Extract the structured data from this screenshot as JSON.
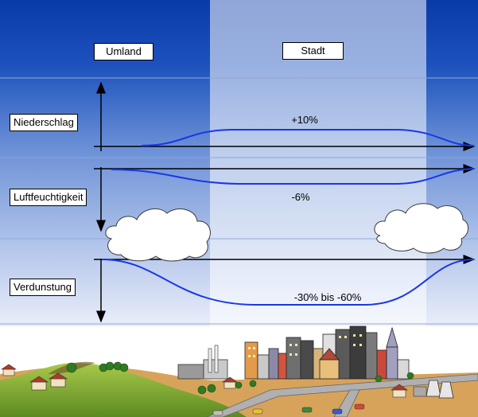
{
  "headers": {
    "umland": "Umland",
    "stadt": "Stadt"
  },
  "rows": [
    {
      "label": "Niederschlag",
      "change": "+10%"
    },
    {
      "label": "Luftfeuchtigkeit",
      "change": "-6%"
    },
    {
      "label": "Verdunstung",
      "change": "-30% bis -60%"
    }
  ],
  "colors": {
    "sky_top": "#0a3aa8",
    "sky_mid": "#3d6fc8",
    "city_band": "#d7dff0",
    "curve": "#1a37e6",
    "arrow": "#000000",
    "ground": "#8ab33a"
  }
}
